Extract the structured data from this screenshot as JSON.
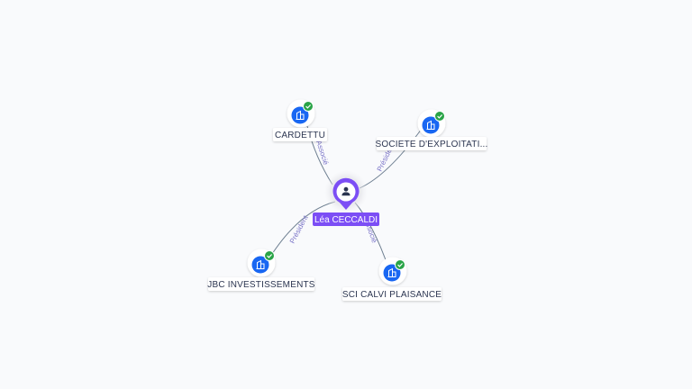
{
  "center": {
    "name": "Léa CECCALDI",
    "icon": "person-icon",
    "color": "#7c4ef5"
  },
  "companies": [
    {
      "id": "cardettu",
      "name": "CARDETTU",
      "relation": "Associé",
      "icon": "building-icon",
      "status": "verified"
    },
    {
      "id": "societe",
      "name": "SOCIETE D'EXPLOITATI...",
      "relation": "Président",
      "icon": "building-icon",
      "status": "verified"
    },
    {
      "id": "jbc",
      "name": "JBC INVESTISSEMENTS",
      "relation": "Président",
      "icon": "building-icon",
      "status": "verified"
    },
    {
      "id": "sci",
      "name": "SCI CALVI PLAISANCE",
      "relation": "Associé",
      "icon": "building-icon",
      "status": "verified"
    }
  ],
  "colors": {
    "company_icon": "#1967f2",
    "check_badge": "#2aa448",
    "edge": "#6e7f91",
    "edge_label": "#7a74c8"
  }
}
